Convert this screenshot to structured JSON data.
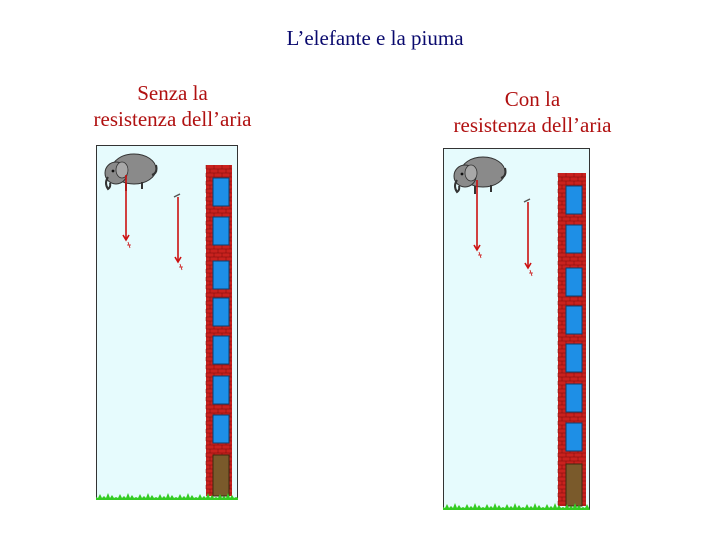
{
  "title": "L’elefante e la piuma",
  "left_panel": {
    "heading_line1": "Senza la",
    "heading_line2": "resistenza dell’aria"
  },
  "right_panel": {
    "heading_line1": "Con la",
    "heading_line2": "resistenza dell’aria"
  },
  "colors": {
    "title": "#0a0a6e",
    "headings": "#b01010",
    "sky": "#e6fbfd",
    "brick": "#c9221e",
    "window": "#1e8fe6",
    "door": "#7a5a2b",
    "grass": "#33cc22",
    "arrow": "#cc1111",
    "elephant": "#8a8a8a"
  },
  "icons": [
    "elephant-icon",
    "feather-icon",
    "falling-arrow-icon",
    "brick-building-icon",
    "grass-icon"
  ]
}
